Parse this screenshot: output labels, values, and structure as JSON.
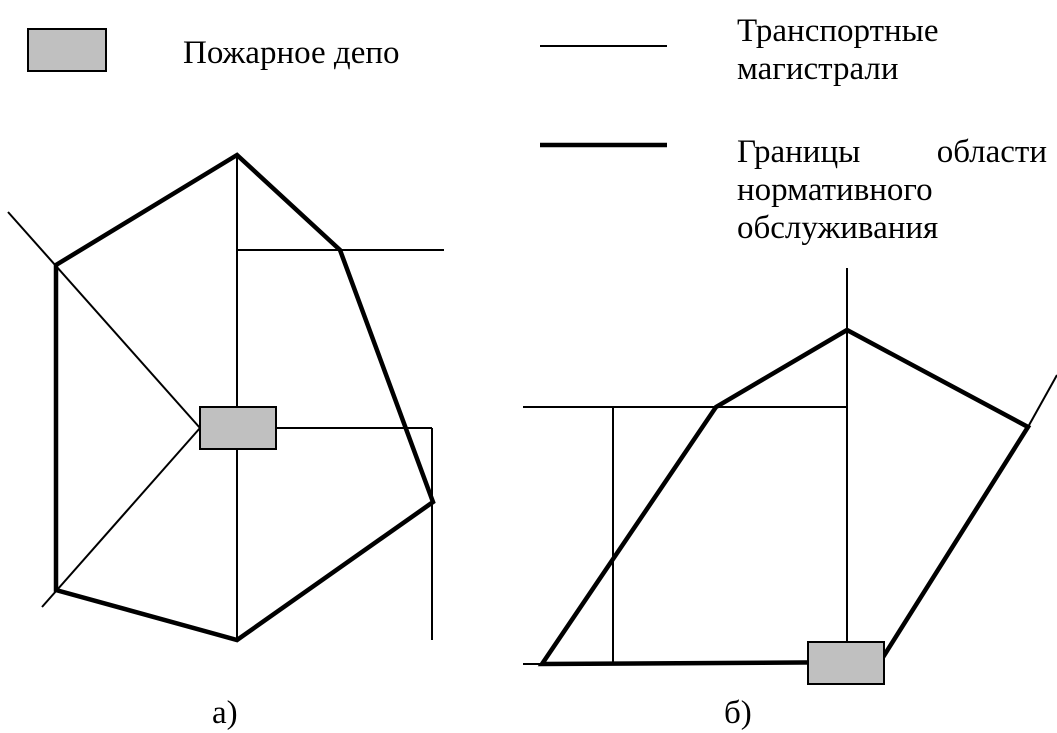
{
  "legend": {
    "depot": "Пожарное депо",
    "roads_line1": "Транспортные",
    "roads_line2": "магистрали",
    "boundary_line1_word1": "Границы",
    "boundary_line1_word2": "области",
    "boundary_line2": "нормативного",
    "boundary_line3": "обслуживания"
  },
  "captions": {
    "a": "а)",
    "b": "б)"
  },
  "colors": {
    "depot_fill": "#c0c0c0",
    "line": "#000000"
  }
}
